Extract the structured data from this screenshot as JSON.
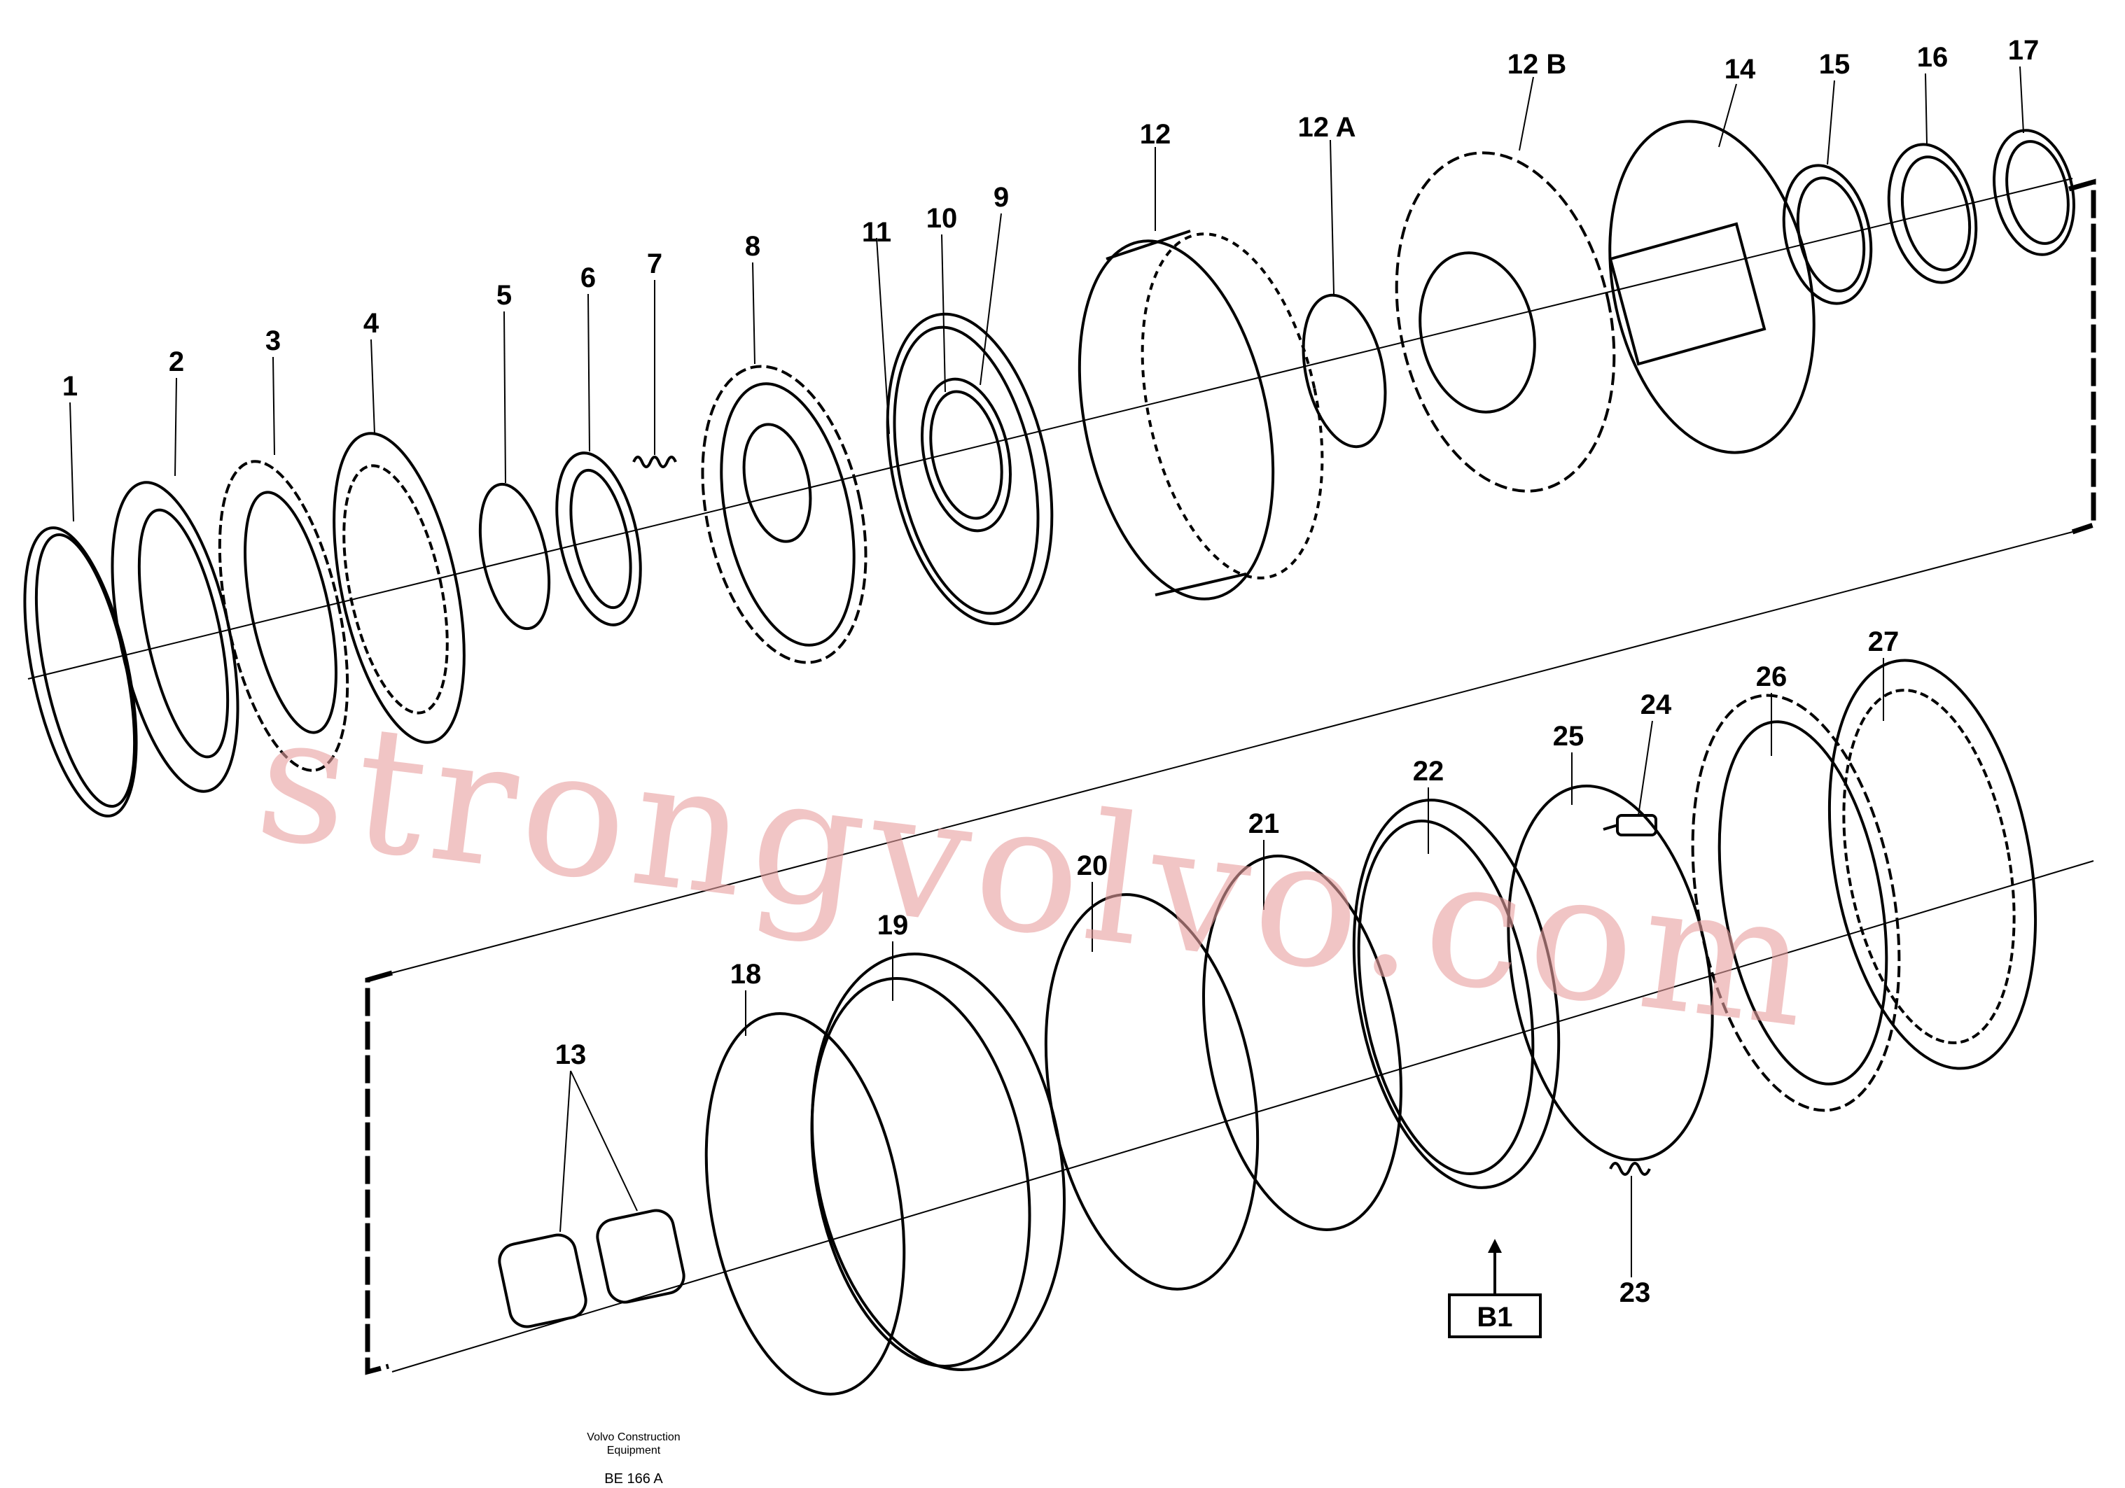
{
  "diagram": {
    "labels": [
      "1",
      "2",
      "3",
      "4",
      "5",
      "6",
      "7",
      "8",
      "9",
      "10",
      "11",
      "12",
      "12 A",
      "12 B",
      "14",
      "15",
      "16",
      "17",
      "13",
      "18",
      "19",
      "20",
      "21",
      "22",
      "25",
      "24",
      "26",
      "27",
      "23"
    ],
    "callout_box": "B1",
    "caption_line1": "Volvo Construction",
    "caption_line2": "Equipment",
    "drawing_code": "BE 166 A",
    "watermark": "strongvolvo.com"
  }
}
